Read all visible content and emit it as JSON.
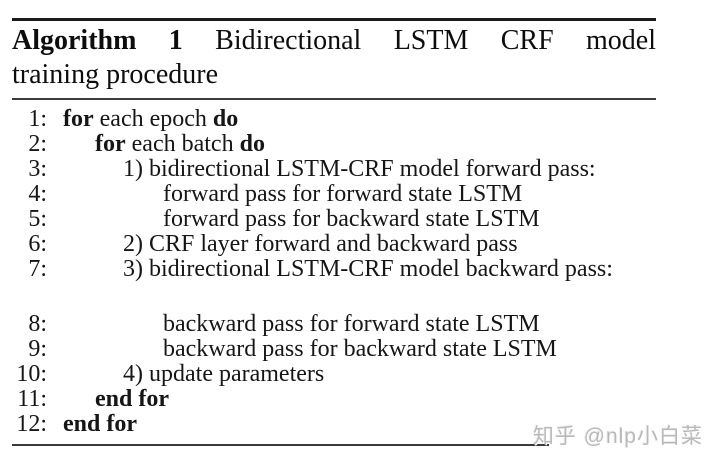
{
  "page": {
    "background": "#ffffff",
    "text_color": "#161616"
  },
  "header": {
    "label_bold": "Algorithm 1",
    "title_rest_line1": "Bidirectional LSTM CRF model",
    "title_line2": "training procedure"
  },
  "algorithm": {
    "lines": [
      {
        "num": "1:",
        "indent": 0,
        "gap_before": false,
        "segments": [
          {
            "text": "for",
            "bold": true
          },
          {
            "text": " each epoch ",
            "bold": false
          },
          {
            "text": "do",
            "bold": true
          }
        ]
      },
      {
        "num": "2:",
        "indent": 1,
        "gap_before": false,
        "segments": [
          {
            "text": "for",
            "bold": true
          },
          {
            "text": " each batch ",
            "bold": false
          },
          {
            "text": "do",
            "bold": true
          }
        ]
      },
      {
        "num": "3:",
        "indent": 2,
        "gap_before": false,
        "segments": [
          {
            "text": "1) bidirectional LSTM-CRF model forward pass:",
            "bold": false
          }
        ]
      },
      {
        "num": "4:",
        "indent": 3,
        "gap_before": false,
        "segments": [
          {
            "text": "forward pass for forward state LSTM",
            "bold": false
          }
        ]
      },
      {
        "num": "5:",
        "indent": 3,
        "gap_before": false,
        "segments": [
          {
            "text": "forward pass for backward state LSTM",
            "bold": false
          }
        ]
      },
      {
        "num": "6:",
        "indent": 2,
        "gap_before": false,
        "segments": [
          {
            "text": "2) CRF layer forward and backward pass",
            "bold": false
          }
        ]
      },
      {
        "num": "7:",
        "indent": 2,
        "gap_before": false,
        "segments": [
          {
            "text": "3) bidirectional LSTM-CRF model backward pass:",
            "bold": false
          }
        ]
      },
      {
        "num": "8:",
        "indent": 3,
        "gap_before": true,
        "segments": [
          {
            "text": "backward pass for forward state LSTM",
            "bold": false
          }
        ]
      },
      {
        "num": "9:",
        "indent": 3,
        "gap_before": false,
        "segments": [
          {
            "text": "backward pass for backward state LSTM",
            "bold": false
          }
        ]
      },
      {
        "num": "10:",
        "indent": 2,
        "gap_before": false,
        "segments": [
          {
            "text": "4) update parameters",
            "bold": false
          }
        ]
      },
      {
        "num": "11:",
        "indent": 1,
        "gap_before": false,
        "segments": [
          {
            "text": "end for",
            "bold": true
          }
        ]
      },
      {
        "num": "12:",
        "indent": 0,
        "gap_before": false,
        "segments": [
          {
            "text": "end for",
            "bold": true
          }
        ]
      }
    ]
  },
  "watermark": {
    "text": "知乎 @nlp小白菜",
    "color": "#b9b9b9"
  }
}
